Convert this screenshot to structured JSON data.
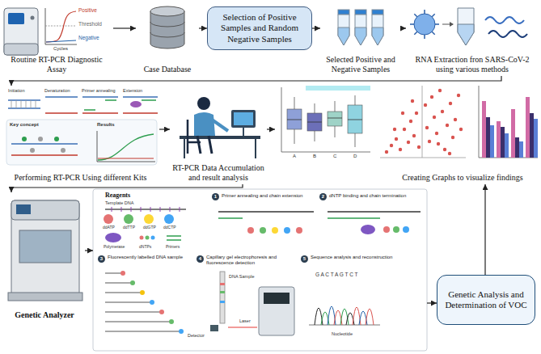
{
  "diagram": {
    "nodes": [
      {
        "text": [
          "Routine RT-PCR Diagnostic Assay"
        ]
      },
      {
        "text": [
          "Case Database"
        ]
      },
      {
        "text": [
          "Selection of Positive Samples and Random Negative Samples"
        ]
      },
      {
        "text": [
          "Selected Positive and Negative Samples"
        ]
      },
      {
        "text": [
          "RNA Extraction fron SARS-CoV-2 using various methods"
        ]
      },
      {
        "text": [
          "Performing RT-PCR Using different Kits"
        ]
      },
      {
        "text": [
          "RT-PCR Data Accumulation and result analysis"
        ]
      },
      {
        "text": [
          "Creating Graphs to visualize findings"
        ]
      },
      {
        "text": [
          "Genetic Analyzer"
        ]
      },
      {
        "text": [
          "Reagents"
        ]
      },
      {
        "text": [
          "Genetic Analysis and Determination of VOC"
        ]
      }
    ],
    "edges": [
      {
        "from": 0,
        "to": 1,
        "arrow": "to"
      },
      {
        "from": 1,
        "to": 2,
        "arrow": "to"
      },
      {
        "from": 2,
        "to": 3,
        "arrow": "to"
      },
      {
        "from": 3,
        "to": 4,
        "arrow": "to"
      },
      {
        "from": 4,
        "to": 5,
        "arrow": "to"
      },
      {
        "from": 5,
        "to": 6,
        "arrow": "to"
      },
      {
        "from": 6,
        "to": 7,
        "arrow": "to"
      },
      {
        "from": 6,
        "to": 8,
        "arrow": "to"
      },
      {
        "from": 8,
        "to": 9,
        "arrow": "to"
      },
      {
        "from": 9,
        "to": 10,
        "arrow": "to"
      },
      {
        "from": 10,
        "to": 7,
        "arrow": "to"
      }
    ],
    "labels": [
      "Positive",
      "Threshold",
      "Negative",
      "Cycles",
      "Initiation",
      "Denaturation",
      "Primer annealing",
      "Extension",
      "Key concept",
      "Results",
      "A",
      "B",
      "C",
      "D",
      "Template DNA",
      "ddATP",
      "ddTTP",
      "ddGTP",
      "ddCTP",
      "Polymerase",
      "dNTPs",
      "Primers",
      "1",
      "Primer annealing and chain extension",
      "2",
      "dNTP binding and chain termination",
      "3",
      "Fluorescently labelled DNA sample",
      "4",
      "Capillary gel electrophoresis and fluorescence detection",
      "5",
      "Sequence analysis and reconstruction",
      "DNA Sample",
      "Laser",
      "Detector",
      "G A C T A G T C T",
      "Nucleotide"
    ]
  }
}
